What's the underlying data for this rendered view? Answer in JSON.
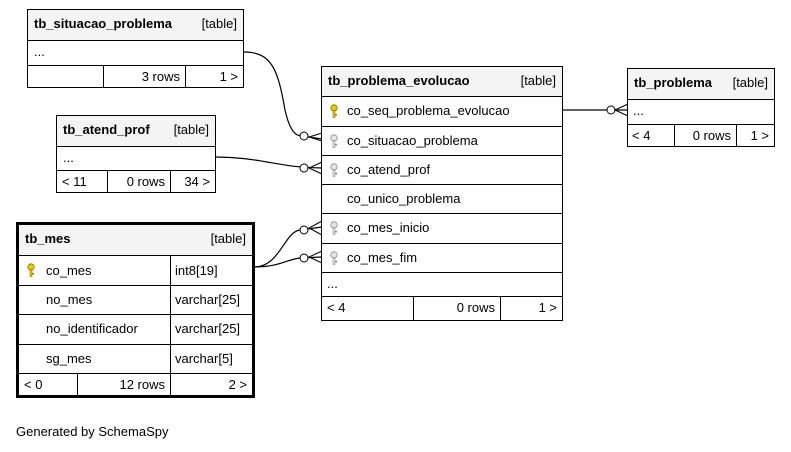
{
  "tables": {
    "situacao_problema": {
      "name": "tb_situacao_problema",
      "tag": "[table]",
      "ellipsis": "...",
      "count_rows": "3 rows",
      "next": "1 >"
    },
    "atend_prof": {
      "name": "tb_atend_prof",
      "tag": "[table]",
      "ellipsis": "...",
      "prev": "< 11",
      "count_rows": "0 rows",
      "next": "34 >"
    },
    "mes": {
      "name": "tb_mes",
      "tag": "[table]",
      "columns": [
        {
          "name": "co_mes",
          "type": "int8[19]",
          "key": "primary"
        },
        {
          "name": "no_mes",
          "type": "varchar[25]"
        },
        {
          "name": "no_identificador",
          "type": "varchar[25]"
        },
        {
          "name": "sg_mes",
          "type": "varchar[5]"
        }
      ],
      "prev": "< 0",
      "count_rows": "12 rows",
      "next": "2 >"
    },
    "problema_evolucao": {
      "name": "tb_problema_evolucao",
      "tag": "[table]",
      "columns": [
        {
          "name": "co_seq_problema_evolucao",
          "key": "primary"
        },
        {
          "name": "co_situacao_problema",
          "key": "foreign"
        },
        {
          "name": "co_atend_prof",
          "key": "foreign"
        },
        {
          "name": "co_unico_problema"
        },
        {
          "name": "co_mes_inicio",
          "key": "foreign"
        },
        {
          "name": "co_mes_fim",
          "key": "foreign"
        }
      ],
      "ellipsis": "...",
      "prev": "< 4",
      "count_rows": "0 rows",
      "next": "1 >"
    },
    "problema": {
      "name": "tb_problema",
      "tag": "[table]",
      "ellipsis": "...",
      "prev": "< 4",
      "count_rows": "0 rows",
      "next": "1 >"
    }
  },
  "colors": {
    "primary_key": "#e8c800",
    "foreign_key": "#b8b8b8",
    "header_bg": "#f4f4f4"
  },
  "footer": "Generated by SchemaSpy"
}
